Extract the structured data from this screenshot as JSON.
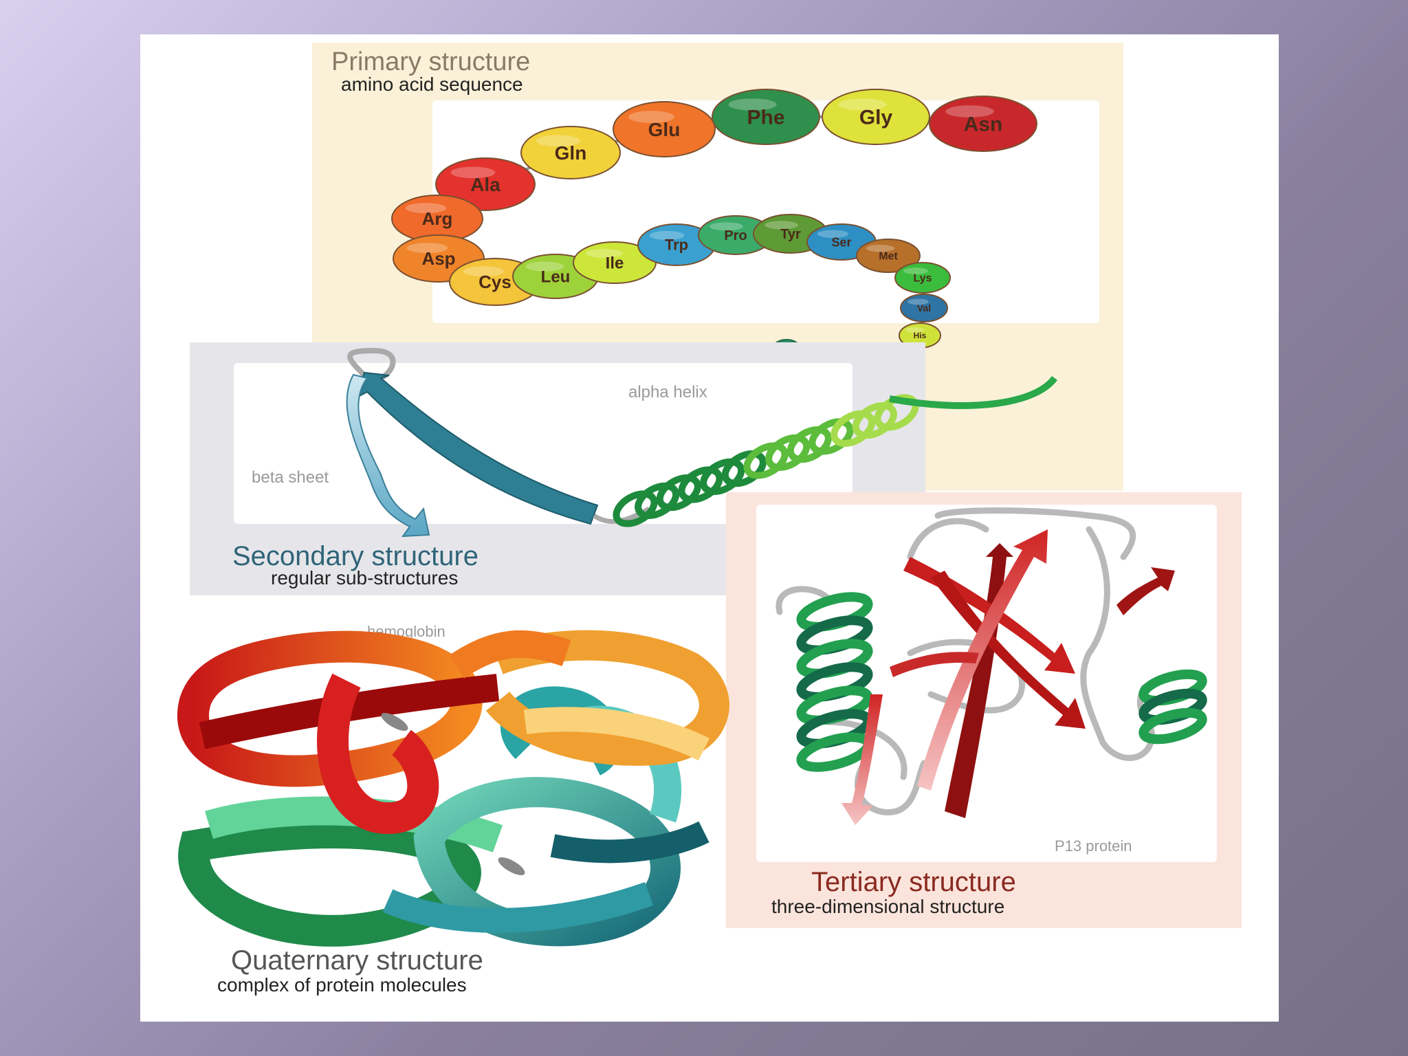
{
  "primary": {
    "title": "Primary structure",
    "subtitle": "amino acid sequence",
    "residues": [
      "Asn",
      "Gly",
      "Phe",
      "Glu",
      "Gln",
      "Ala",
      "Arg",
      "Asp",
      "Cys",
      "Leu",
      "Ile",
      "Trp",
      "Pro",
      "Tyr",
      "Ser",
      "Met",
      "Lys",
      "Val",
      "His"
    ],
    "colors": [
      "#c8282c",
      "#dfe23a",
      "#2f8f4c",
      "#f0742a",
      "#f2d23a",
      "#e4322e",
      "#f06a2c",
      "#f0842a",
      "#f4c43a",
      "#9ed23a",
      "#cce63a",
      "#3aa0d0",
      "#3bab6a",
      "#5e9a35",
      "#2d8fc4",
      "#b6702a",
      "#3cbc3c",
      "#2e74a4",
      "#cfe23a"
    ]
  },
  "secondary": {
    "title": "Secondary structure",
    "subtitle": "regular sub-structures",
    "alpha_label": "alpha helix",
    "beta_label": "beta sheet"
  },
  "tertiary": {
    "title": "Tertiary structure",
    "subtitle": "three-dimensional structure",
    "protein_label": "P13 protein"
  },
  "quaternary": {
    "title": "Quaternary structure",
    "subtitle": "complex of protein molecules",
    "protein_label": "hemoglobin"
  },
  "colors": {
    "primary_panel": "#fbf1d9",
    "secondary_panel": "#e6e6ea",
    "tertiary_panel": "#fbe4dc",
    "title_primary": "#8a7a66",
    "title_secondary": "#2f6478",
    "title_tertiary": "#8a2a20",
    "title_quaternary": "#555555"
  }
}
